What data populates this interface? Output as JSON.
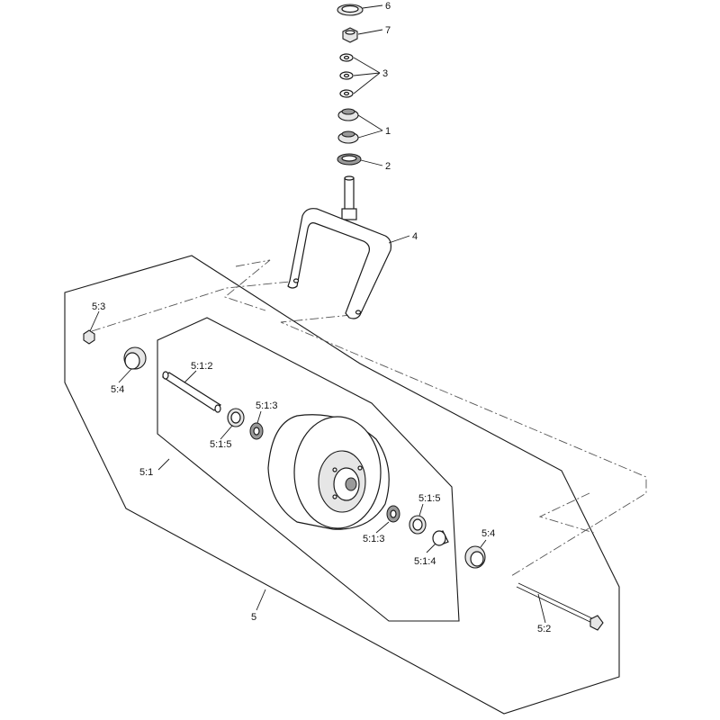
{
  "colors": {
    "line": "#1a1a1a",
    "fill_light": "#e6e6e6",
    "fill_dark": "#9a9a9a",
    "background": "#ffffff"
  },
  "callouts": {
    "c6": "6",
    "c7": "7",
    "c3": "3",
    "c1": "1",
    "c2": "2",
    "c4": "4",
    "c5_3": "5:3",
    "c5_4_left": "5:4",
    "c5_1_2": "5:1:2",
    "c5_1_3_top": "5:1:3",
    "c5_1_5_left": "5:1:5",
    "c5_1": "5:1",
    "c5_1_5_right": "5:1:5",
    "c5_1_3_bottom": "5:1:3",
    "c5_4_right": "5:4",
    "c5_1_4": "5:1:4",
    "c5_2": "5:2",
    "c5": "5"
  }
}
